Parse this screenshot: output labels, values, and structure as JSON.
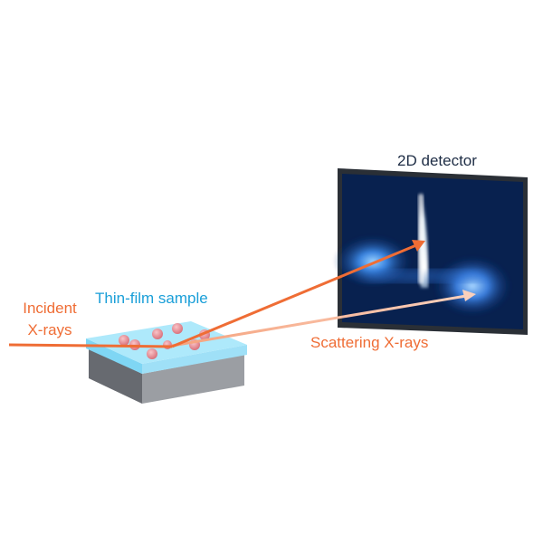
{
  "labels": {
    "detector": "2D detector",
    "sample": "Thin-film sample",
    "incident_line1": "Incident",
    "incident_line2": "X-rays",
    "scattering": "Scattering X-rays"
  },
  "colors": {
    "accent_orange": "#ef6d35",
    "accent_orange_light": "#f6b597",
    "sample_label_blue": "#1a9fd8",
    "detector_text": "#1e2d45",
    "detector_screen": "#08214f",
    "detector_frame": "#2a2f36",
    "film_top": "#aee9fb",
    "film_side": "#7fd6f4",
    "substrate_front": "#676a70",
    "substrate_side": "#9b9ea3",
    "particle": "#e59098"
  },
  "icons": {
    "incident_arrow": "arrow-right",
    "scatter_arrow": "arrow-right",
    "particle": "sphere"
  }
}
